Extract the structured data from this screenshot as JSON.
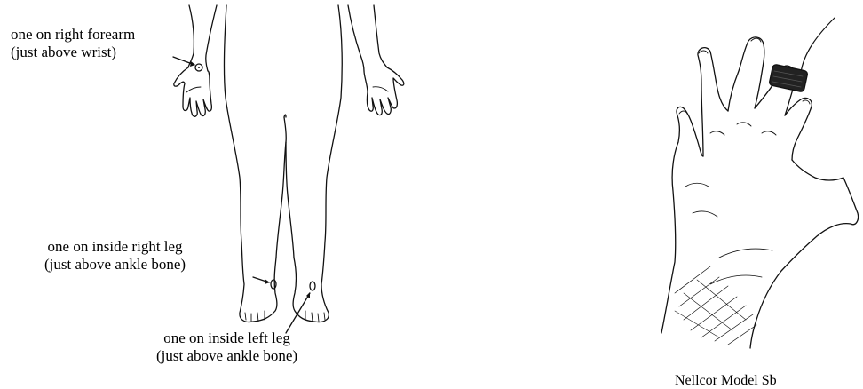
{
  "labels": {
    "right_forearm": [
      "one on right forearm",
      "(just above wrist)"
    ],
    "right_leg": [
      "one on inside right leg",
      "(just above ankle bone)"
    ],
    "left_leg": [
      "one on inside left leg",
      "(just above ankle bone)"
    ]
  },
  "caption": "Nellcor Model Sb"
}
